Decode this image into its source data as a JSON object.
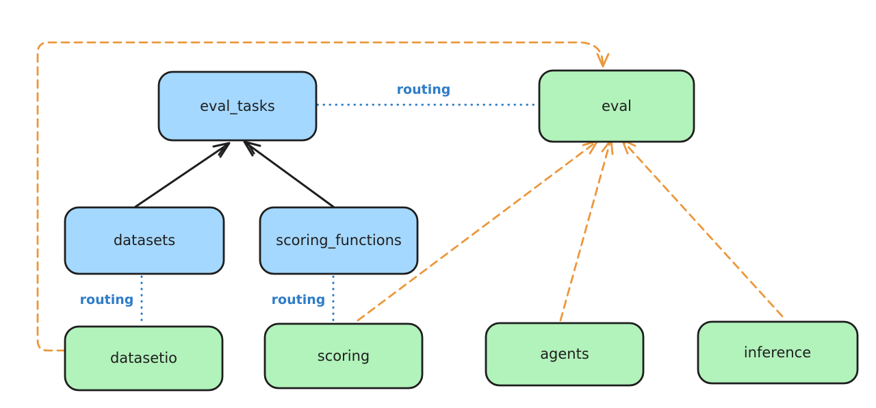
{
  "diagram": {
    "background": "#ffffff",
    "colors": {
      "registry_fill_blue": "#a5d8ff",
      "provider_fill_green": "#b2f2bb",
      "node_stroke": "#1e1e1e",
      "routing_blue": "#2e7cc7",
      "orange_dashed": "#ec973a"
    },
    "nodes": [
      {
        "id": "eval_tasks",
        "label": "eval_tasks",
        "fill": "#a5d8ff"
      },
      {
        "id": "eval",
        "label": "eval",
        "fill": "#b2f2bb"
      },
      {
        "id": "datasets",
        "label": "datasets",
        "fill": "#a5d8ff"
      },
      {
        "id": "scoring_functions",
        "label": "scoring_functions",
        "fill": "#a5d8ff"
      },
      {
        "id": "datasetio",
        "label": "datasetio",
        "fill": "#b2f2bb"
      },
      {
        "id": "scoring",
        "label": "scoring",
        "fill": "#b2f2bb"
      },
      {
        "id": "agents",
        "label": "agents",
        "fill": "#b2f2bb"
      },
      {
        "id": "inference",
        "label": "inference",
        "fill": "#b2f2bb"
      }
    ],
    "edge_labels": [
      {
        "id": "routing-eval_tasks-eval",
        "label": "routing"
      },
      {
        "id": "routing-datasets-datasetio",
        "label": "routing"
      },
      {
        "id": "routing-scoring_functions-scoring",
        "label": "routing"
      }
    ]
  }
}
